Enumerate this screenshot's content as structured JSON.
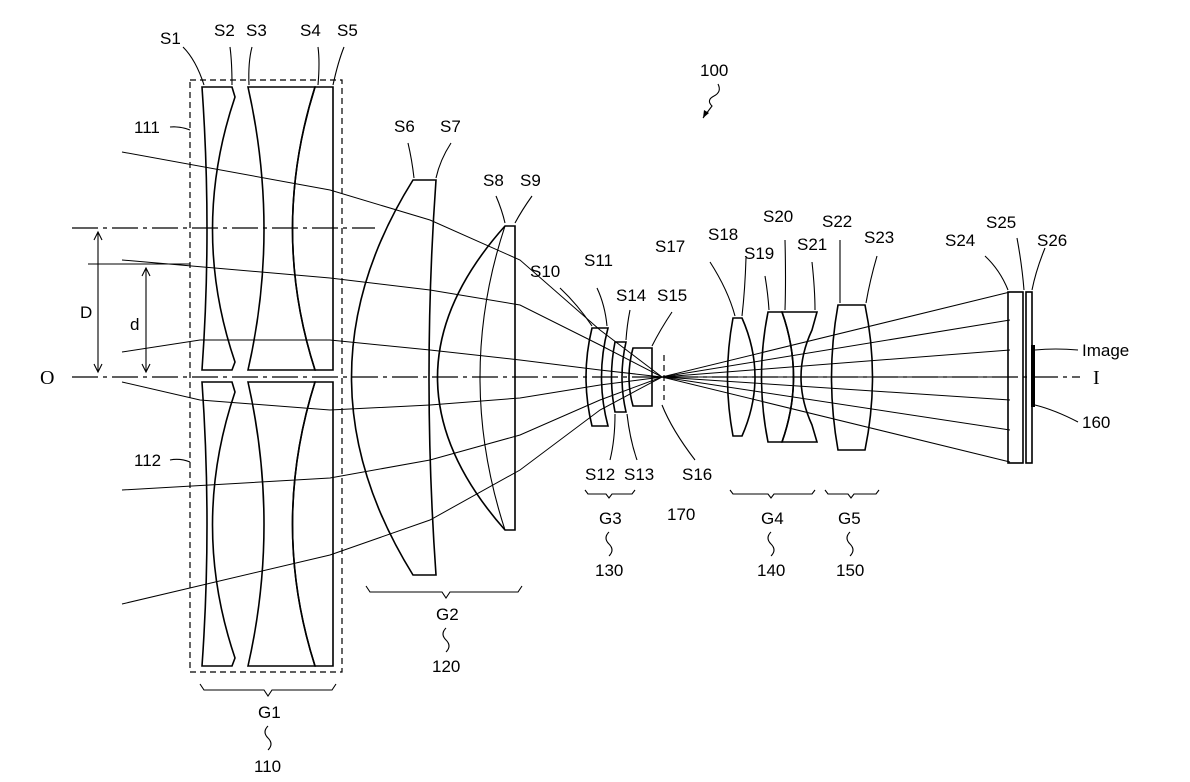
{
  "figure_ref": "100",
  "surfaces": [
    "S1",
    "S2",
    "S3",
    "S4",
    "S5",
    "S6",
    "S7",
    "S8",
    "S9",
    "S10",
    "S11",
    "S12",
    "S13",
    "S14",
    "S15",
    "S16",
    "S17",
    "S18",
    "S19",
    "S20",
    "S21",
    "S22",
    "S23",
    "S24",
    "S25",
    "S26"
  ],
  "parts": {
    "upper_section": "111",
    "lower_section": "112",
    "image_sensor": "160",
    "stop": "170"
  },
  "groups": [
    {
      "name": "G1",
      "ref": "110"
    },
    {
      "name": "G2",
      "ref": "120"
    },
    {
      "name": "G3",
      "ref": "130"
    },
    {
      "name": "G4",
      "ref": "140"
    },
    {
      "name": "G5",
      "ref": "150"
    }
  ],
  "dimensions": {
    "big": "D",
    "small": "d"
  },
  "axis": {
    "object": "O",
    "image": "I",
    "image_label": "Image"
  }
}
